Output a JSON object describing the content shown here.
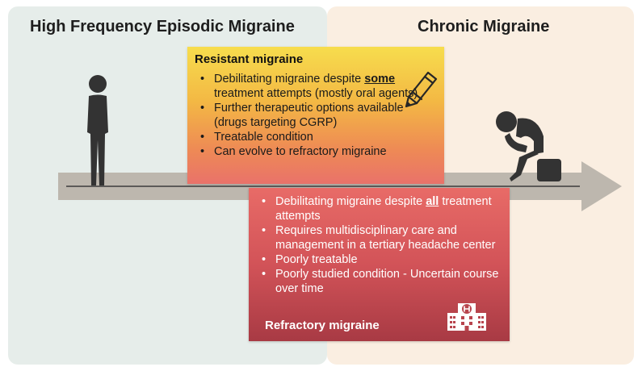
{
  "panels": {
    "left_title": "High Frequency Episodic Migraine",
    "right_title": "Chronic Migraine"
  },
  "resistant": {
    "title": "Resistant migraine",
    "b1_pre": "Debilitating migraine despite",
    "b1_em": "some",
    "b1_post": "treatment attempts (mostly oral agents)",
    "b2": "Further therapeutic options available (drugs targeting CGRP)",
    "b3": "Treatable condition",
    "b4": "Can evolve to refractory migraine"
  },
  "refractory": {
    "title": "Refractory migraine",
    "b1_pre": "Debilitating migraine despite",
    "b1_em": "all",
    "b1_post": "treatment attempts",
    "b2": "Requires multidisciplinary care and management in a tertiary headache center",
    "b3": "Poorly treatable",
    "b4": "Poorly studied condition - Uncertain course over time"
  },
  "icons": {
    "standing": "standing-person-icon",
    "sitting": "sitting-distressed-person-icon",
    "pen": "pen-icon",
    "hospital": "hospital-icon"
  },
  "colors": {
    "left_panel": "#e6edea",
    "right_panel": "#faeee1",
    "arrow": "#bdb7ae",
    "resistant_top": "#f7dd4d",
    "resistant_bottom": "#e9726a",
    "refractory_top": "#e86b67",
    "refractory_bottom": "#a83a44"
  }
}
